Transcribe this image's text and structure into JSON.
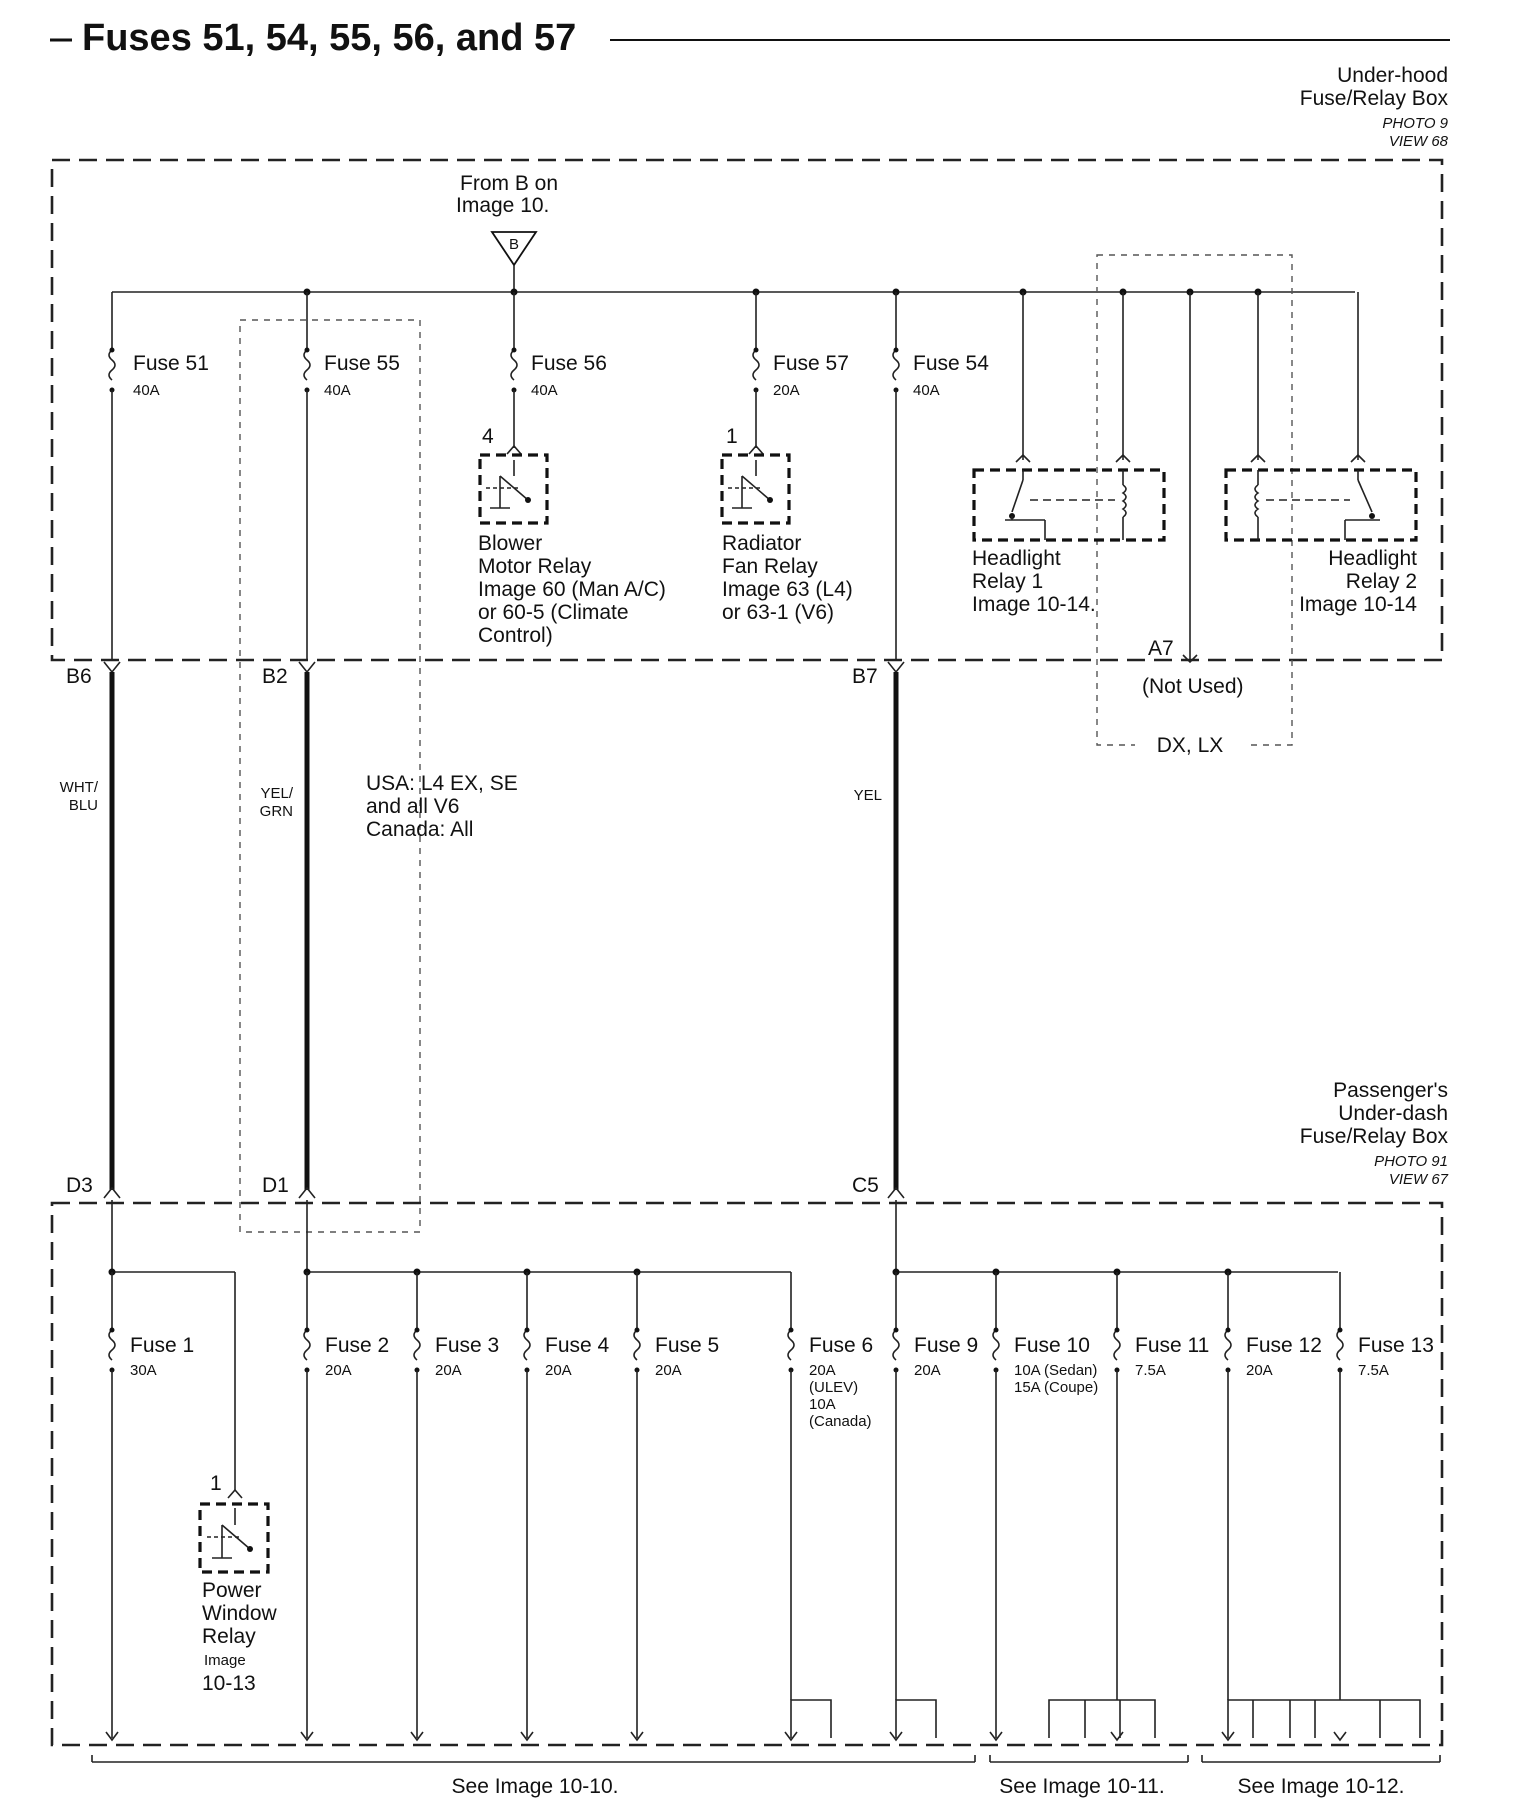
{
  "title": "Fuses 51, 54, 55, 56, and 57",
  "underhood_box": {
    "name_line1": "Under-hood",
    "name_line2": "Fuse/Relay Box",
    "photo": "PHOTO 9",
    "view": "VIEW 68"
  },
  "source": {
    "line1": "From B on",
    "line2": "Image 10.",
    "connector": "B"
  },
  "top_fuses": [
    {
      "name": "Fuse 51",
      "rating": "40A"
    },
    {
      "name": "Fuse 55",
      "rating": "40A"
    },
    {
      "name": "Fuse 56",
      "rating": "40A"
    },
    {
      "name": "Fuse 57",
      "rating": "20A"
    },
    {
      "name": "Fuse 54",
      "rating": "40A"
    }
  ],
  "relays": {
    "blower": {
      "pin": "4",
      "lines": [
        "Blower",
        "Motor Relay",
        "Image 60 (Man A/C)",
        "or 60-5 (Climate",
        "Control)"
      ]
    },
    "radiator": {
      "pin": "1",
      "lines": [
        "Radiator",
        "Fan Relay",
        "Image 63 (L4)",
        "or 63-1 (V6)"
      ]
    },
    "headlight1": {
      "lines": [
        "Headlight",
        "Relay 1",
        "Image 10-14."
      ]
    },
    "headlight2": {
      "lines": [
        "Headlight",
        "Relay 2",
        "Image 10-14"
      ]
    },
    "power_window": {
      "pin": "1",
      "lines": [
        "Power",
        "Window",
        "Relay",
        "Image",
        "10-13"
      ]
    }
  },
  "a7": {
    "pin": "A7",
    "note": "(Not Used)"
  },
  "dx_lx": "DX, LX",
  "terminals": {
    "b6": "B6",
    "b2": "B2",
    "b7": "B7",
    "d3": "D3",
    "d1": "D1",
    "c5": "C5"
  },
  "wires": {
    "wht_blu": [
      "WHT/",
      "BLU"
    ],
    "yel_grn": [
      "YEL/",
      "GRN"
    ],
    "yel": "YEL"
  },
  "option_note": [
    "USA: L4 EX, SE",
    "and all V6",
    "Canada: All"
  ],
  "underdash_box": {
    "line1": "Passenger's",
    "line2": "Under-dash",
    "line3": "Fuse/Relay Box",
    "photo": "PHOTO 91",
    "view": "VIEW 67"
  },
  "bottom_fuses": [
    {
      "name": "Fuse 1",
      "rating": [
        "30A"
      ]
    },
    {
      "name": "Fuse 2",
      "rating": [
        "20A"
      ]
    },
    {
      "name": "Fuse 3",
      "rating": [
        "20A"
      ]
    },
    {
      "name": "Fuse 4",
      "rating": [
        "20A"
      ]
    },
    {
      "name": "Fuse 5",
      "rating": [
        "20A"
      ]
    },
    {
      "name": "Fuse 6",
      "rating": [
        "20A",
        "(ULEV)",
        "10A",
        "(Canada)"
      ]
    },
    {
      "name": "Fuse 9",
      "rating": [
        "20A"
      ]
    },
    {
      "name": "Fuse 10",
      "rating": [
        "10A (Sedan)",
        "15A (Coupe)"
      ]
    },
    {
      "name": "Fuse 11",
      "rating": [
        "7.5A"
      ]
    },
    {
      "name": "Fuse 12",
      "rating": [
        "20A"
      ]
    },
    {
      "name": "Fuse 13",
      "rating": [
        "7.5A"
      ]
    }
  ],
  "see_refs": [
    "See Image 10-10.",
    "See Image 10-11.",
    "See Image 10-12."
  ]
}
